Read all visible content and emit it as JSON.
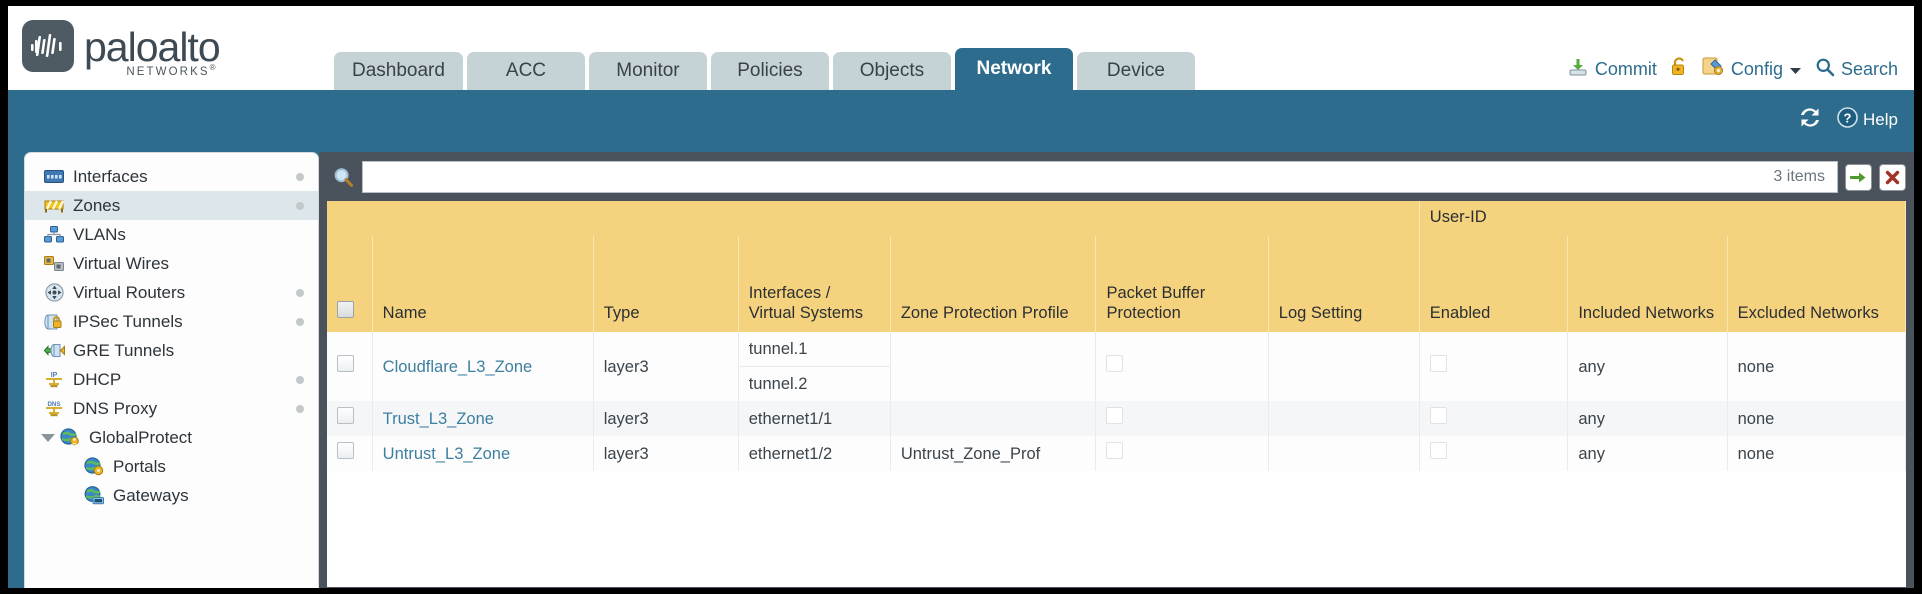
{
  "brand": {
    "name": "paloalto",
    "sub": "NETWORKS",
    "registered": "®"
  },
  "nav_tabs": [
    {
      "label": "Dashboard",
      "active": false
    },
    {
      "label": "ACC",
      "active": false
    },
    {
      "label": "Monitor",
      "active": false
    },
    {
      "label": "Policies",
      "active": false
    },
    {
      "label": "Objects",
      "active": false
    },
    {
      "label": "Network",
      "active": true
    },
    {
      "label": "Device",
      "active": false
    }
  ],
  "header_actions": [
    {
      "label": "Commit",
      "icon": "commit-icon"
    },
    {
      "label": "",
      "icon": "lock-icon"
    },
    {
      "label": "Config",
      "icon": "config-icon",
      "caret": true
    },
    {
      "label": "Search",
      "icon": "search-icon"
    }
  ],
  "band": {
    "refresh_icon": "refresh-icon",
    "help_label": "Help",
    "help_icon": "help-icon"
  },
  "sidebar": {
    "items": [
      {
        "label": "Interfaces",
        "icon": "interfaces-icon",
        "selected": false,
        "dot": true,
        "caret": false,
        "child": false
      },
      {
        "label": "Zones",
        "icon": "zones-icon",
        "selected": true,
        "dot": true,
        "caret": false,
        "child": false
      },
      {
        "label": "VLANs",
        "icon": "vlans-icon",
        "selected": false,
        "dot": false,
        "caret": false,
        "child": false
      },
      {
        "label": "Virtual Wires",
        "icon": "virtual-wires-icon",
        "selected": false,
        "dot": false,
        "caret": false,
        "child": false
      },
      {
        "label": "Virtual Routers",
        "icon": "virtual-routers-icon",
        "selected": false,
        "dot": true,
        "caret": false,
        "child": false
      },
      {
        "label": "IPSec Tunnels",
        "icon": "ipsec-tunnels-icon",
        "selected": false,
        "dot": true,
        "caret": false,
        "child": false
      },
      {
        "label": "GRE Tunnels",
        "icon": "gre-tunnels-icon",
        "selected": false,
        "dot": false,
        "caret": false,
        "child": false
      },
      {
        "label": "DHCP",
        "icon": "dhcp-icon",
        "selected": false,
        "dot": true,
        "caret": false,
        "child": false
      },
      {
        "label": "DNS Proxy",
        "icon": "dns-proxy-icon",
        "selected": false,
        "dot": true,
        "caret": false,
        "child": false
      },
      {
        "label": "GlobalProtect",
        "icon": "globalprotect-icon",
        "selected": false,
        "dot": false,
        "caret": true,
        "child": false
      },
      {
        "label": "Portals",
        "icon": "portals-icon",
        "selected": false,
        "dot": false,
        "caret": false,
        "child": true
      },
      {
        "label": "Gateways",
        "icon": "gateways-icon",
        "selected": false,
        "dot": false,
        "caret": false,
        "child": true
      }
    ]
  },
  "search": {
    "value": "",
    "placeholder": "",
    "items_count": "3 items",
    "apply_icon": "arrow-right-icon",
    "clear_icon": "close-icon",
    "icon": "search-magnifier-icon"
  },
  "table": {
    "group_header": {
      "label": "User-ID",
      "span": 3
    },
    "columns": [
      "Name",
      "Type",
      "Interfaces / Virtual Systems",
      "Zone Protection Profile",
      "Packet Buffer Protection",
      "Log Setting",
      "Enabled",
      "Included Networks",
      "Excluded Networks"
    ],
    "rows": [
      {
        "name": "Cloudflare_L3_Zone",
        "type": "layer3",
        "interfaces": [
          "tunnel.1",
          "tunnel.2"
        ],
        "zone_protection_profile": "",
        "packet_buffer_protection": false,
        "log_setting": "",
        "userid_enabled": false,
        "included_networks": "any",
        "excluded_networks": "none"
      },
      {
        "name": "Trust_L3_Zone",
        "type": "layer3",
        "interfaces": [
          "ethernet1/1"
        ],
        "zone_protection_profile": "",
        "packet_buffer_protection": false,
        "log_setting": "",
        "userid_enabled": false,
        "included_networks": "any",
        "excluded_networks": "none"
      },
      {
        "name": "Untrust_L3_Zone",
        "type": "layer3",
        "interfaces": [
          "ethernet1/2"
        ],
        "zone_protection_profile": "Untrust_Zone_Prof",
        "packet_buffer_protection": false,
        "log_setting": "",
        "userid_enabled": false,
        "included_networks": "any",
        "excluded_networks": "none"
      }
    ]
  },
  "colors": {
    "brand_blue": "#2e6c8e",
    "header_yellow": "#f5d37e",
    "group_yellow": "#e0ab43",
    "link_blue": "#3d7fa0",
    "panel_dark": "#4a535c"
  }
}
